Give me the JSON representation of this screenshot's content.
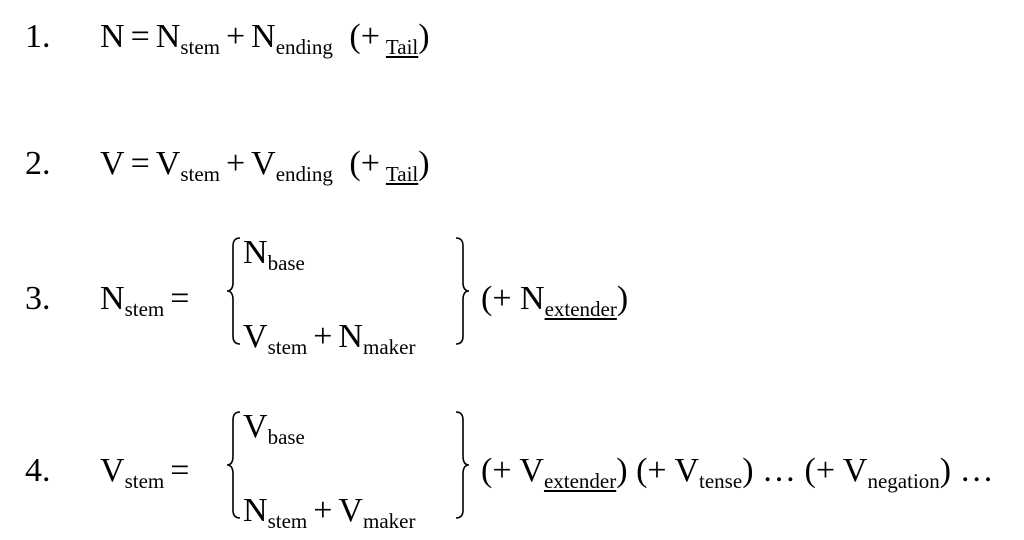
{
  "rules": [
    {
      "number": "1.",
      "lhs": "N",
      "eq": "=",
      "t1_base": "N",
      "t1_sub": "stem",
      "plus": "+",
      "t2_base": "N",
      "t2_sub": "ending",
      "opt_open": "(+",
      "opt_sub": "Tail",
      "opt_close": ")"
    },
    {
      "number": "2.",
      "lhs": "V",
      "eq": "=",
      "t1_base": "V",
      "t1_sub": "stem",
      "plus": "+",
      "t2_base": "V",
      "t2_sub": "ending",
      "opt_open": "(+",
      "opt_sub": "Tail",
      "opt_close": ")"
    },
    {
      "number": "3.",
      "lhs_base": "N",
      "lhs_sub": "stem",
      "eq": "=",
      "case1_base": "N",
      "case1_sub": "base",
      "case2_a_base": "V",
      "case2_a_sub": "stem",
      "case2_plus": "+",
      "case2_b_base": "N",
      "case2_b_sub": "maker",
      "tail": [
        {
          "open": "(+ ",
          "base": "N",
          "sub": "extender",
          "close": ")"
        }
      ]
    },
    {
      "number": "4.",
      "lhs_base": "V",
      "lhs_sub": "stem",
      "eq": "=",
      "case1_base": "V",
      "case1_sub": "base",
      "case2_a_base": "N",
      "case2_a_sub": "stem",
      "case2_plus": "+",
      "case2_b_base": "V",
      "case2_b_sub": "maker",
      "tail": [
        {
          "open": "(+ ",
          "base": "V",
          "sub": "extender",
          "close": ")"
        },
        {
          "open": " (+ ",
          "base": "V",
          "sub": "tense",
          "close": ")"
        },
        {
          "sep": " … "
        },
        {
          "open": "(+ ",
          "base": "V",
          "sub": "negation",
          "close": ")"
        },
        {
          "sep": " …"
        }
      ]
    }
  ]
}
